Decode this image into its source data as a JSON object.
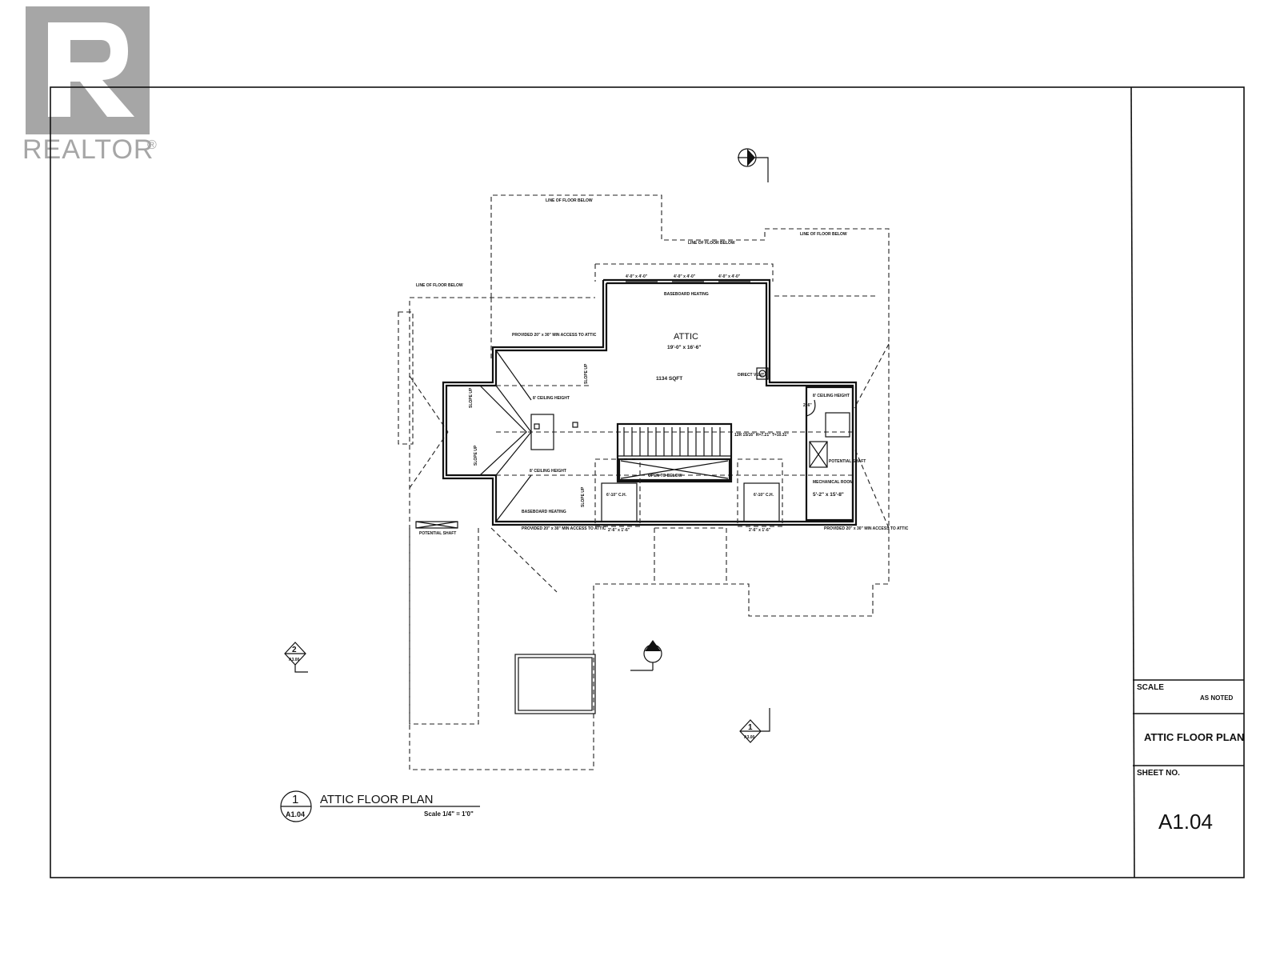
{
  "watermark": {
    "logo_icon": "realtor-r-logo",
    "text": "REALTOR",
    "mark": "®",
    "color": "#a6a6a6"
  },
  "title_block": {
    "scale_label": "SCALE",
    "scale_value": "AS NOTED",
    "drawing_title": "ATTIC FLOOR PLAN",
    "sheet_label": "SHEET NO.",
    "sheet_number": "A1.04"
  },
  "drawing_title": {
    "number": "1",
    "sheet_ref": "A1.04",
    "title": "ATTIC FLOOR PLAN",
    "scale": "Scale 1/4\" = 1'0\""
  },
  "section_markers": [
    {
      "id": "2",
      "sheet": "A3.00"
    },
    {
      "id": "1",
      "sheet": "A3.00"
    }
  ],
  "plan": {
    "room_name": "ATTIC",
    "room_dims": "19'-0\" x 16'-6\"",
    "room_area": "1134 SQFT",
    "mechanical_name": "MECHANICAL ROOM",
    "mechanical_dims": "5'-2\" x 15'-8\"",
    "labels": {
      "line_floor_below": "LINE OF FLOOR BELOW",
      "baseboard_heating": "BASEBOARD HEATING",
      "access_to_attic": "PROVIDED 20\" x 30\" MIN ACCESS TO ATTIC",
      "ceiling_height": "8' CEILING HEIGHT",
      "slope_up": "SLOPE UP",
      "potential_shaft": "POTENTIAL SHAFT",
      "direct_vent": "DIRECT VENT",
      "stair_note": "12R 15/16\" R=7.21\" T=10.31\"",
      "ch": "6'-10\" C.H.",
      "opening_dim": "2'-6\" x 1'-6\"",
      "window_dim": "4'-0\" x 4'-0\"",
      "opening_note": "OPEN TO BELOW",
      "closet_dim": "2'-6\""
    }
  }
}
